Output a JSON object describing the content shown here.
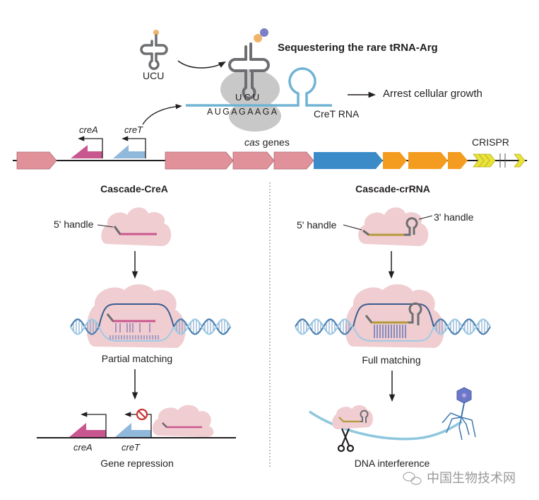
{
  "top": {
    "trna_free_label": "UCU",
    "title": "Sequestering the rare tRNA-Arg",
    "anticodon": "UCU",
    "codons": "AUGAGAAGA",
    "cret_rna_label": "CreT RNA",
    "outcome": "Arrest cellular growth",
    "cret_arrow_label": "creT"
  },
  "locus": {
    "crea_label": "creA",
    "cret_label": "creT",
    "cas_label_italic": "cas",
    "cas_label_rest": " genes",
    "crispr_label": "CRISPR"
  },
  "left_panel": {
    "title": "Cascade-CreA",
    "handle5": "5' handle",
    "step2": "Partial matching",
    "crea": "creA",
    "cret": "creT",
    "result": "Gene repression"
  },
  "right_panel": {
    "title": "Cascade-crRNA",
    "handle5": "5' handle",
    "handle3": "3' handle",
    "step2": "Full matching",
    "result": "DNA interference"
  },
  "watermark": {
    "text": "中国生物技术网",
    "icon": "wechat-icon"
  },
  "colors": {
    "cas_pink": "#e0919a",
    "crea_magenta": "#c8578f",
    "cret_blue": "#8fb8db",
    "cas_blue": "#3b8bc9",
    "cas_orange": "#f39c1f",
    "crispr_yellow": "#e8e23a",
    "rna_cyan": "#6fb3d4",
    "cloud_pink": "#f0cdd1",
    "ribosome_gray": "#c8c8c8",
    "trna_gray": "#6d6e71",
    "spacer_gold": "#b59a3c"
  }
}
